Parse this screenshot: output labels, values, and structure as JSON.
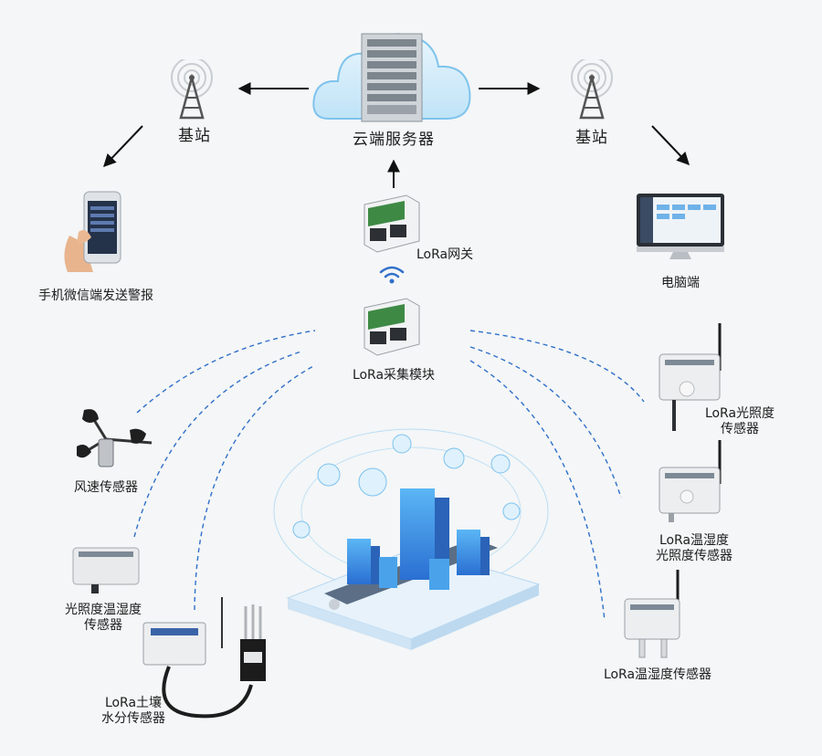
{
  "labels": {
    "cloud_server": "云端服务器",
    "base_station_left": "基站",
    "base_station_right": "基站",
    "phone_alarm": "手机微信端发送警报",
    "pc_terminal": "电脑端",
    "gateway": "LoRa网关",
    "collector": "LoRa采集模块",
    "wind_sensor": "风速传感器",
    "light_temp_humidity_left": [
      "光照度温湿度",
      "传感器"
    ],
    "soil_moisture": [
      "LoRa土壤",
      "水分传感器"
    ],
    "lora_light": [
      "LoRa光照度",
      "传感器"
    ],
    "lora_temp_humidity_light": [
      "LoRa温湿度",
      "光照度传感器"
    ],
    "lora_temp_humidity": "LoRa温湿度传感器"
  },
  "icons": [
    "cloud-server-icon",
    "antenna-tower-icon",
    "smartphone-icon",
    "desktop-monitor-icon",
    "lora-module-icon",
    "wifi-signal-icon",
    "anemometer-icon",
    "sensor-box-icon",
    "soil-probe-icon",
    "smart-city-illustration"
  ],
  "colors": {
    "arrow": "#111111",
    "dashed_link": "#2f6fc9",
    "cloud": "#9fd0f0",
    "module_green": "#3e8a45",
    "city_blue": "#3a8fe0"
  }
}
